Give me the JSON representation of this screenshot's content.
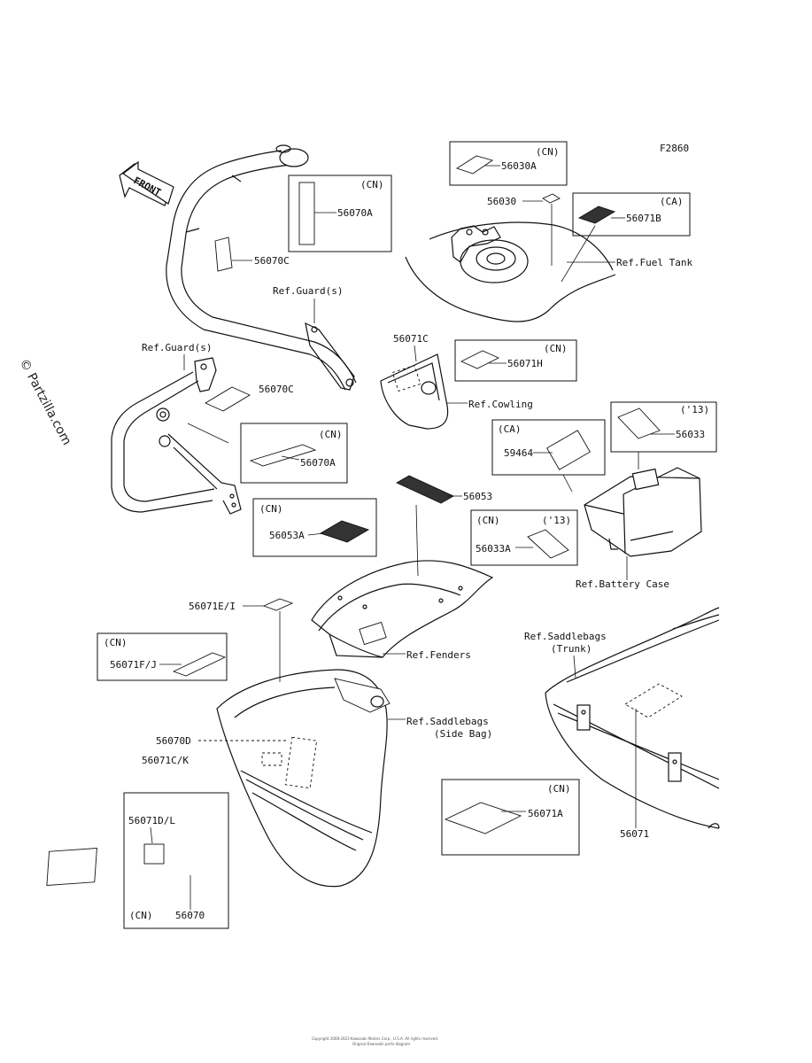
{
  "figure_code": "F2860",
  "watermark": "© Partzilla.com",
  "front_arrow": "FRONT",
  "footer": {
    "line1": "Copyright 2008-2023 Kawasaki Motors Corp., U.S.A. All rights reserved.",
    "line2": "Original Kawasaki parts diagram"
  },
  "parts": {
    "p56030A": "56030A",
    "p56030": "56030",
    "p56071B": "56071B",
    "p56070A_top": "56070A",
    "p56070C_top": "56070C",
    "p56071C": "56071C",
    "p56071H": "56071H",
    "p56070C_mid": "56070C",
    "p56070A_mid": "56070A",
    "p56053A": "56053A",
    "p56053": "56053",
    "p59464": "59464",
    "p56033": "56033",
    "p56033A": "56033A",
    "p56071E_I": "56071E/I",
    "p56071F_J": "56071F/J",
    "p56070D": "56070D",
    "p56071C_K": "56071C/K",
    "p56071D_L": "56071D/L",
    "p56070": "56070",
    "p56071A": "56071A",
    "p56071": "56071"
  },
  "region_tags": {
    "cn": "(CN)",
    "ca": "(CA)",
    "y13": "('13)"
  },
  "refs": {
    "guard_top": "Ref.Guard(s)",
    "guard_left": "Ref.Guard(s)",
    "fuel_tank": "Ref.Fuel Tank",
    "cowling": "Ref.Cowling",
    "battery_case": "Ref.Battery Case",
    "fenders": "Ref.Fenders",
    "saddlebags_side_1": "Ref.Saddlebags",
    "saddlebags_side_2": "(Side Bag)",
    "saddlebags_trunk_1": "Ref.Saddlebags",
    "saddlebags_trunk_2": "(Trunk)"
  }
}
